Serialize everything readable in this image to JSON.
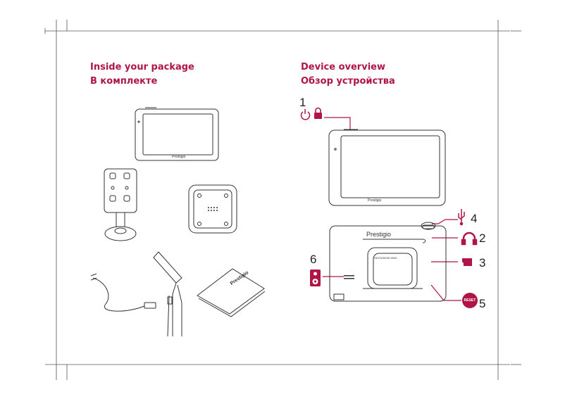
{
  "left_section": {
    "title_en": "Inside your package",
    "title_ru": "В комплекте"
  },
  "right_section": {
    "title_en": "Device overview",
    "title_ru": "Обзор устройства"
  },
  "brand": "Prestigio",
  "device_label": "GEOVISION 5000",
  "callouts": [
    "1",
    "2",
    "3",
    "4",
    "5",
    "6"
  ],
  "reset_label": "RESET",
  "icons": {
    "power": "power-icon",
    "lock": "lock-icon",
    "usb": "usb-icon",
    "headphones": "headphones-icon",
    "memory_card": "memory-card-icon",
    "speaker": "speaker-icon",
    "reset": "reset-button-icon"
  },
  "colors": {
    "accent": "#b01548",
    "line": "#333333",
    "crop": "#555555"
  }
}
